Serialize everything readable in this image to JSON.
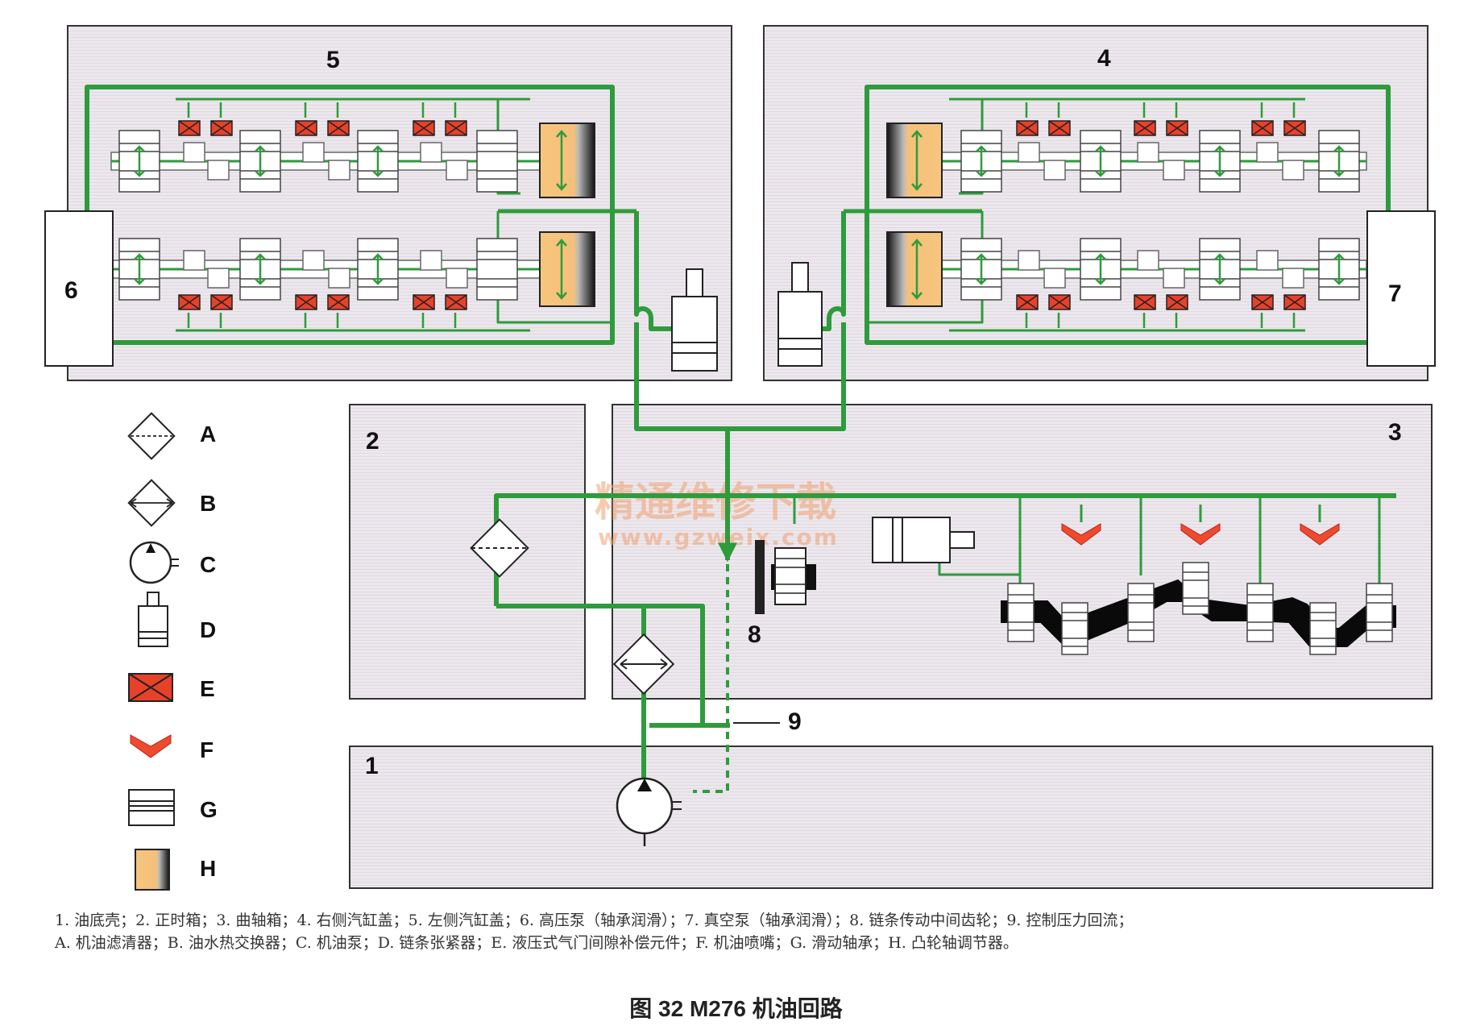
{
  "zones": [
    {
      "id": "1",
      "label": "1"
    },
    {
      "id": "2",
      "label": "2"
    },
    {
      "id": "3",
      "label": "3"
    },
    {
      "id": "4",
      "label": "4"
    },
    {
      "id": "5",
      "label": "5"
    },
    {
      "id": "6",
      "label": "6"
    },
    {
      "id": "7",
      "label": "7"
    }
  ],
  "markers": {
    "m8": "8",
    "m9": "9"
  },
  "legend": [
    {
      "letter": "A",
      "icon": "oil-filter-icon"
    },
    {
      "letter": "B",
      "icon": "heat-exchanger-icon"
    },
    {
      "letter": "C",
      "icon": "oil-pump-icon"
    },
    {
      "letter": "D",
      "icon": "chain-tensioner-icon"
    },
    {
      "letter": "E",
      "icon": "lash-adjuster-icon"
    },
    {
      "letter": "F",
      "icon": "oil-jet-icon"
    },
    {
      "letter": "G",
      "icon": "plain-bearing-icon"
    },
    {
      "letter": "H",
      "icon": "camshaft-adjuster-icon"
    }
  ],
  "watermark": {
    "line1": "精通维修下载",
    "line2": "www.gzweix.com"
  },
  "caption": {
    "line1": "1. 油底壳；2. 正时箱；3. 曲轴箱；4. 右侧汽缸盖；5. 左侧汽缸盖；6. 高压泵（轴承润滑）；7. 真空泵（轴承润滑）；8. 链条传动中间齿轮；9. 控制压力回流；",
    "line2": "A. 机油滤清器；B. 油水热交换器；C. 机油泵；D. 链条张紧器；E. 液压式气门间隙补偿元件；F. 机油喷嘴；G. 滑动轴承；H. 凸轮轴调节器。"
  },
  "figure_title": "图 32 M276 机油回路",
  "colors": {
    "oil_line": "#2e9b3c",
    "panel_fill": "#ece7ec",
    "lash_red": "#e8412a",
    "jet_red": "#ee4a2c",
    "adjuster_orange": "#f7c57e",
    "crank_black": "#0a0a0a"
  }
}
